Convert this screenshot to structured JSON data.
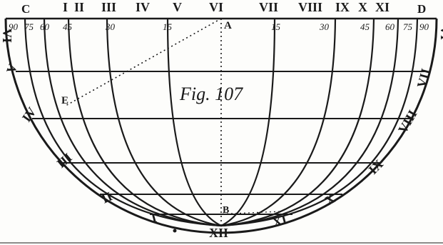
{
  "figure_caption": "Fig. 107",
  "points": {
    "C": "C",
    "D": "D",
    "A": "A",
    "B": "B",
    "E": "E"
  },
  "hours_top": [
    "I",
    "II",
    "III",
    "IV",
    "V",
    "VI",
    "VII",
    "VIII",
    "IX",
    "X",
    "XI"
  ],
  "hours_left": [
    "VI",
    "V",
    "IV",
    "III",
    "II",
    "I"
  ],
  "hours_right": [
    "VI",
    "VII",
    "VIII",
    "IX",
    "X",
    "XI"
  ],
  "hour_bottom": "XII",
  "degree_marks": [
    "15",
    "30",
    "45",
    "60",
    "75",
    "90"
  ],
  "stroke_color": "#1a1a1a"
}
